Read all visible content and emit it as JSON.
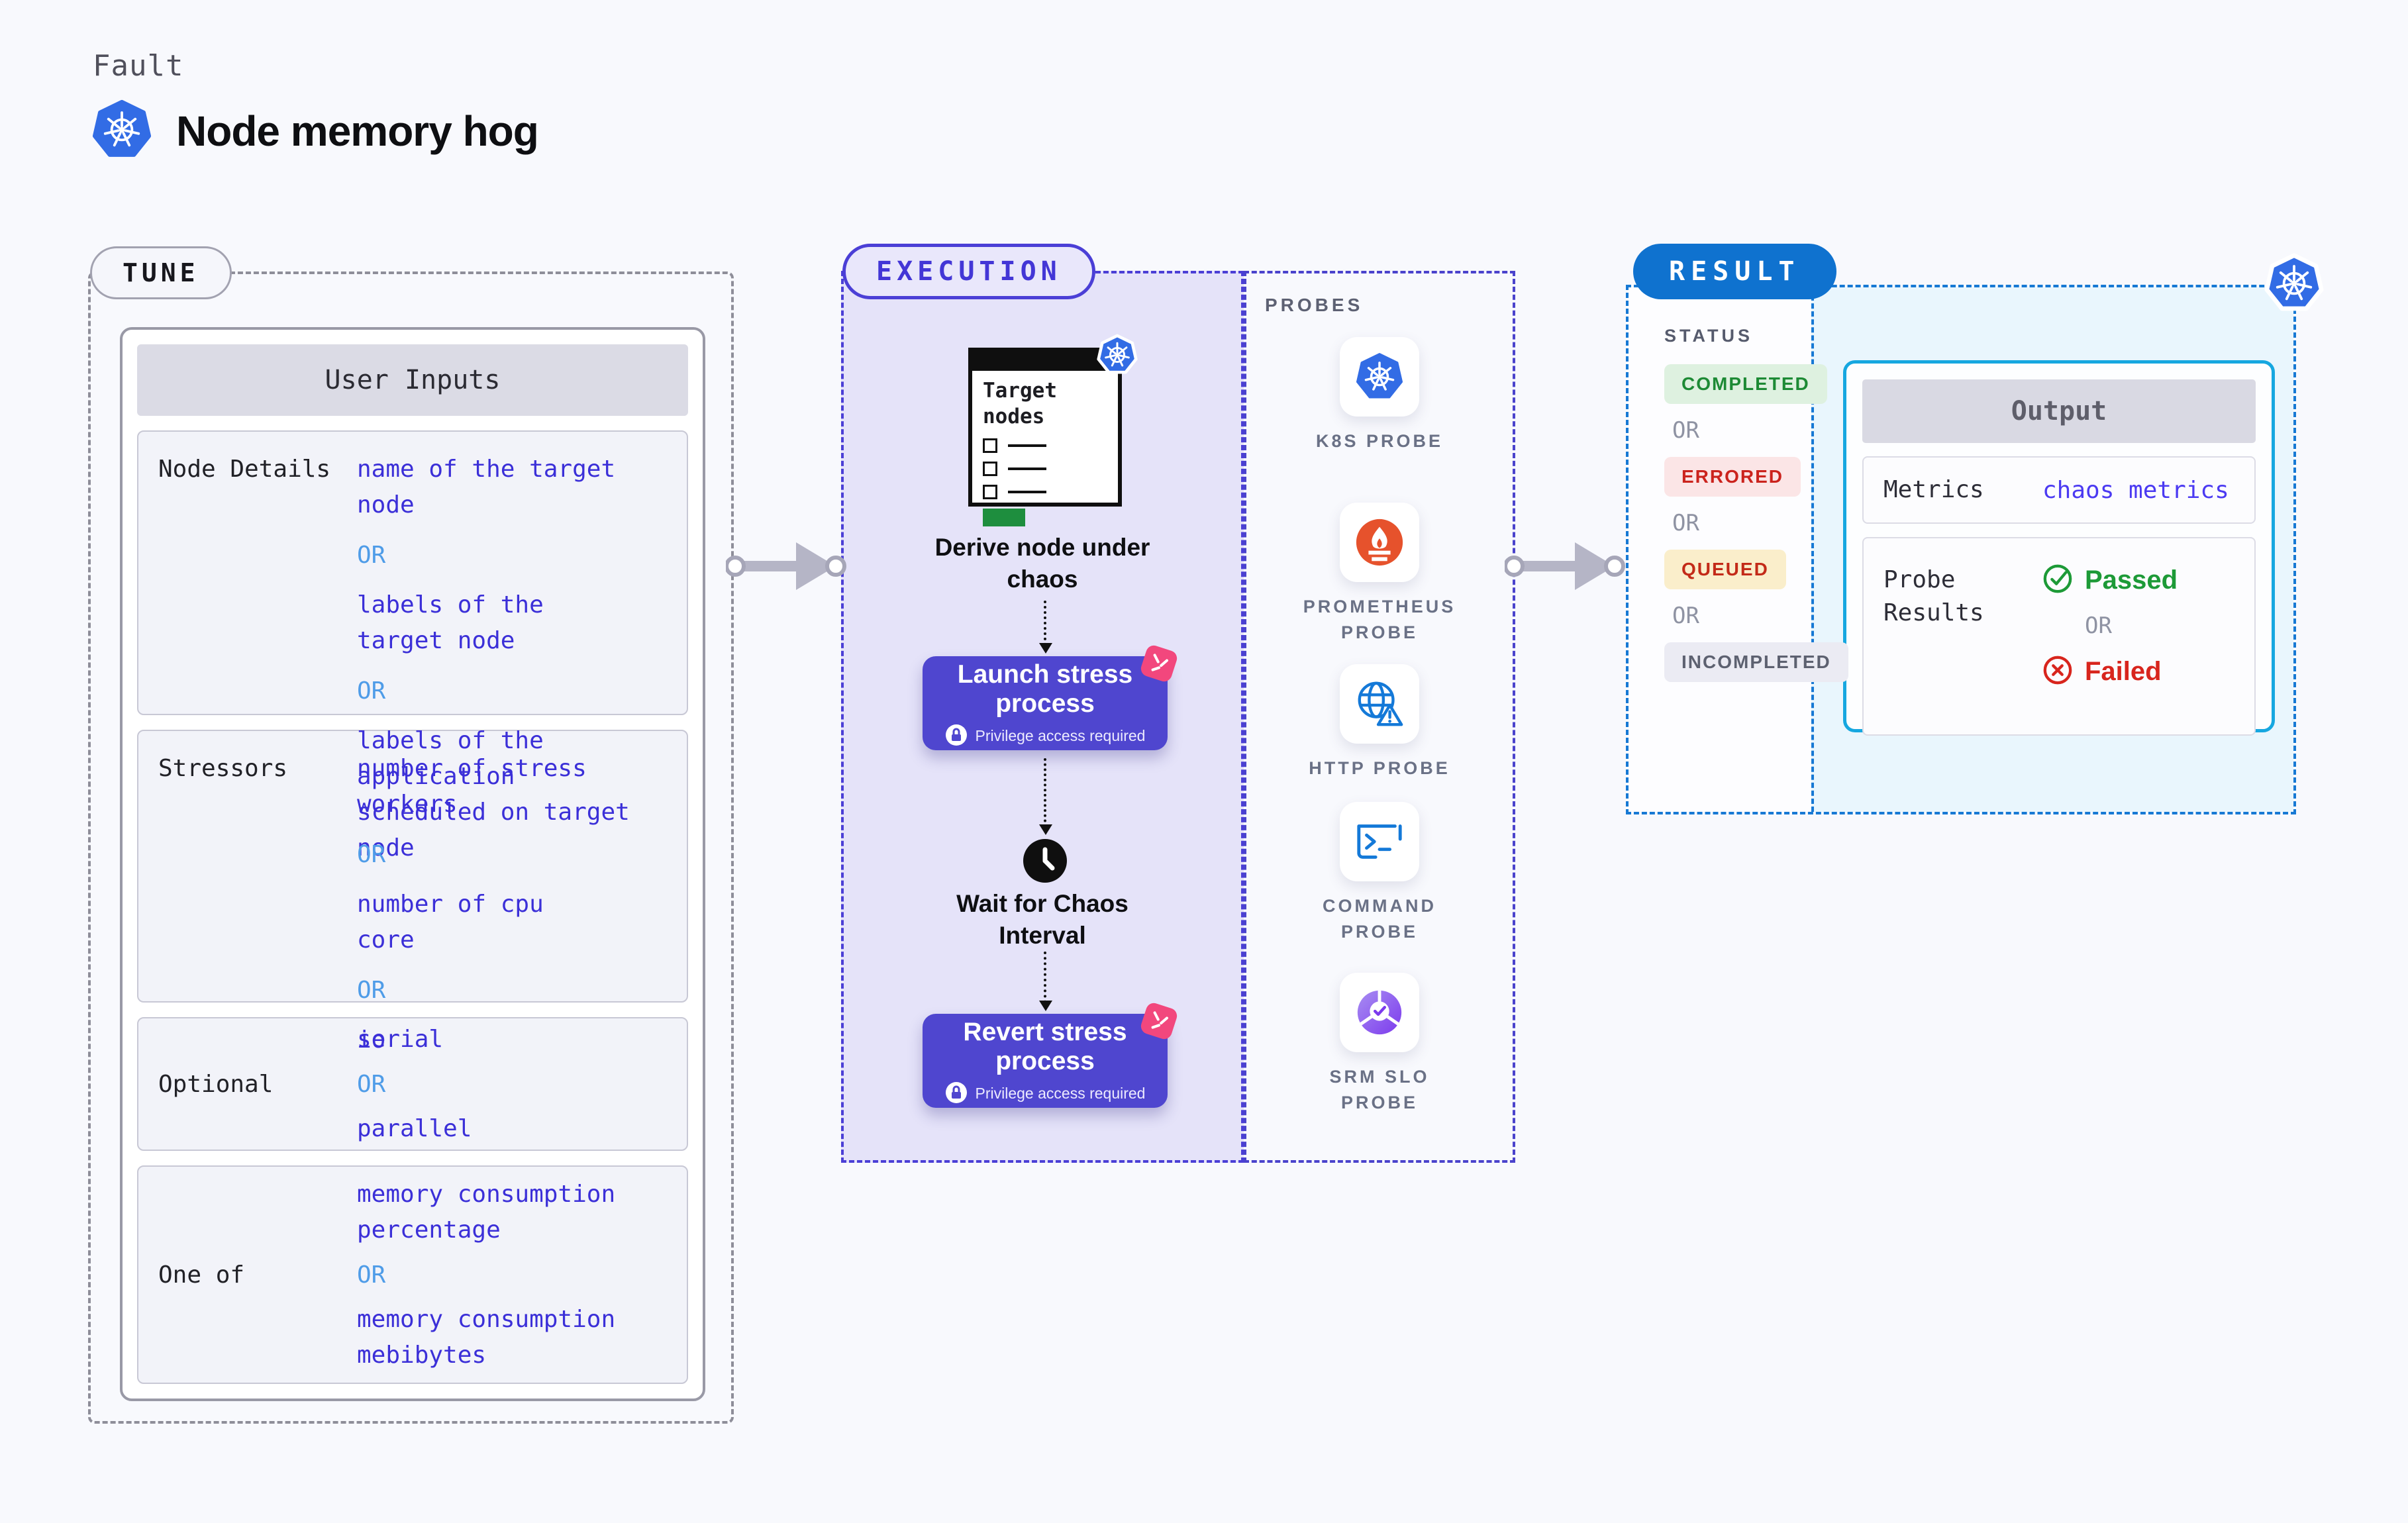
{
  "common": {
    "or": "OR"
  },
  "header": {
    "eyebrow": "Fault",
    "title": "Node memory hog"
  },
  "tune": {
    "pill": "TUNE",
    "table_title": "User Inputs",
    "rows": [
      {
        "label": "Node Details",
        "options": [
          "name of the target\nnode",
          "labels of the\ntarget node",
          "labels of the application\n scheduled on target node"
        ]
      },
      {
        "label": "Stressors",
        "options": [
          "number of stress\nworkers",
          "number of cpu\ncore",
          "io"
        ]
      },
      {
        "label": "Optional",
        "options": [
          "serial",
          "parallel"
        ]
      },
      {
        "label": "One of",
        "options": [
          "memory consumption\npercentage",
          "memory consumption\nmebibytes"
        ]
      }
    ]
  },
  "execution": {
    "pill": "EXECUTION",
    "target_window": {
      "title": "Target nodes"
    },
    "derive_caption": "Derive node under\nchaos",
    "launch": {
      "label": "Launch stress\nprocess",
      "sub": "Privilege access required"
    },
    "wait_caption": "Wait for Chaos\nInterval",
    "revert": {
      "label": "Revert stress\nprocess",
      "sub": "Privilege access required"
    }
  },
  "probes": {
    "title": "PROBES",
    "items": [
      {
        "label": "K8S PROBE",
        "icon": "kubernetes-icon"
      },
      {
        "label": "PROMETHEUS\nPROBE",
        "icon": "prometheus-icon"
      },
      {
        "label": "HTTP PROBE",
        "icon": "globe-warning-icon"
      },
      {
        "label": "COMMAND\nPROBE",
        "icon": "terminal-icon"
      },
      {
        "label": "SRM SLO\nPROBE",
        "icon": "slo-pie-icon"
      }
    ]
  },
  "result": {
    "pill": "RESULT",
    "status_label": "STATUS",
    "statuses": [
      {
        "label": "COMPLETED",
        "style": "color:#1d8a35;background:#def1e0"
      },
      {
        "label": "ERRORED",
        "style": "color:#cb231d;background:#fbe5e6"
      },
      {
        "label": "QUEUED",
        "style": "color:#c32a18;background:#faeecb"
      },
      {
        "label": "INCOMPLETED",
        "style": "color:#5d6170;background:#ebebf3"
      }
    ],
    "output": {
      "title": "Output",
      "metrics_label": "Metrics",
      "metrics_value": "chaos metrics",
      "probe_results_label": "Probe\nResults",
      "passed": "Passed",
      "failed": "Failed"
    }
  },
  "colors": {
    "execution_accent": "#4b3fd6",
    "result_accent": "#0f72cf",
    "output_border": "#16a7e0",
    "value_text": "#3b2fd8",
    "or_text": "#4f9ce8",
    "process_button": "#4f46cf",
    "kubernetes_blue": "#326ce5",
    "prometheus_orange": "#e6522c",
    "target_button_green": "#1e8e3e",
    "passed_green": "#1d9a37",
    "failed_red": "#d8251d"
  }
}
